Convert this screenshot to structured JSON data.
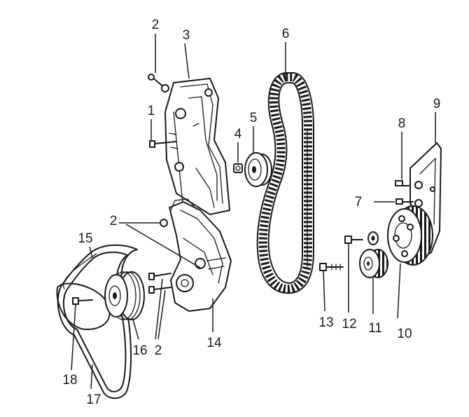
{
  "callouts": {
    "c1": "1",
    "c2a": "2",
    "c2b": "2",
    "c2c": "2",
    "c3": "3",
    "c4": "4",
    "c5": "5",
    "c6": "6",
    "c7": "7",
    "c8": "8",
    "c9": "9",
    "c10": "10",
    "c11": "11",
    "c12": "12",
    "c13": "13",
    "c14": "14",
    "c15": "15",
    "c16": "16",
    "c17": "17",
    "c18": "18"
  }
}
